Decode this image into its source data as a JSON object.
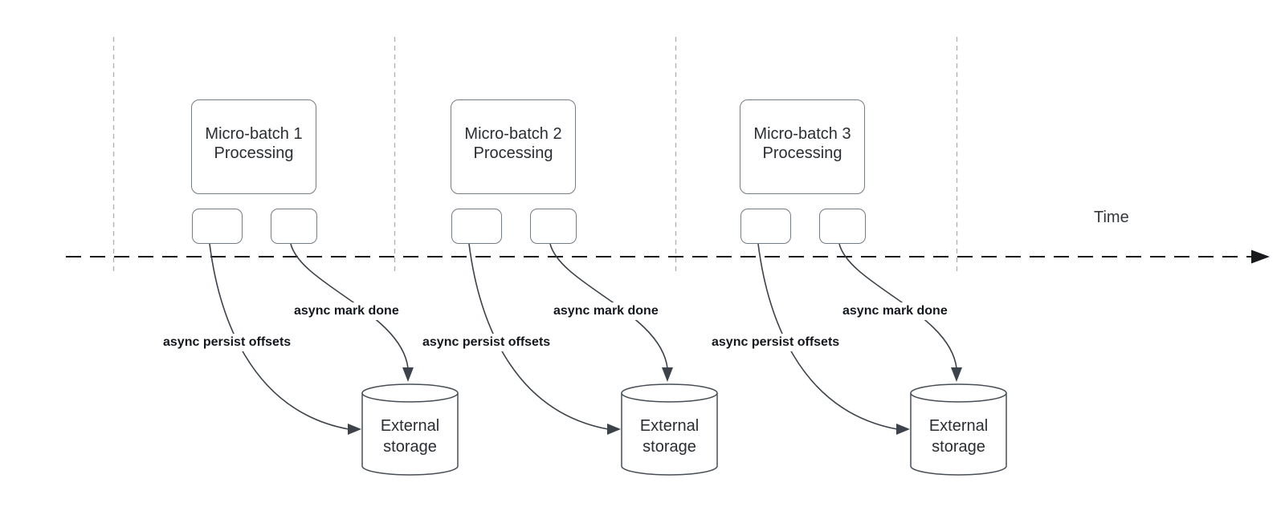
{
  "diagram": {
    "time_label": "Time",
    "colors": {
      "curve_stroke": "#3d434a",
      "shape_stroke": "#747b82",
      "timeline_stroke": "#17191c",
      "gridline_stroke": "#b0b3b5",
      "text": "#2a2e33",
      "background": "#ffffff"
    },
    "batches": [
      {
        "title": "Micro-batch 1\nProcessing",
        "persist_label": "async persist offsets",
        "done_label": "async mark done",
        "storage_label": "External\nstorage"
      },
      {
        "title": "Micro-batch 2\nProcessing",
        "persist_label": "async persist offsets",
        "done_label": "async mark done",
        "storage_label": "External\nstorage"
      },
      {
        "title": "Micro-batch 3\nProcessing",
        "persist_label": "async persist offsets",
        "done_label": "async mark done",
        "storage_label": "External\nstorage"
      }
    ]
  }
}
